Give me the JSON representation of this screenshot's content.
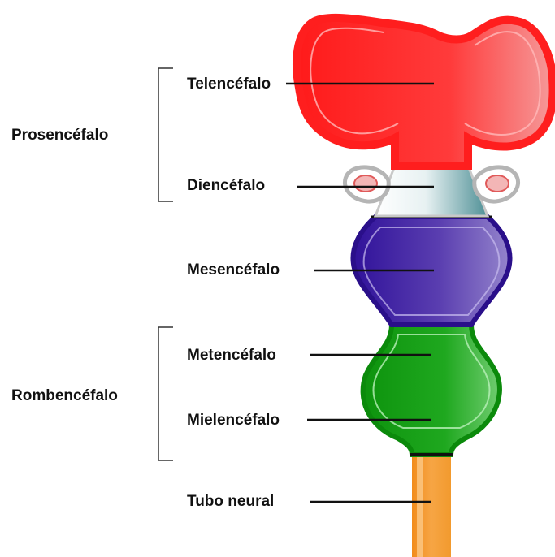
{
  "groups": {
    "prosencephalon": "Prosencéfalo",
    "rhombencephalon": "Rombencéfalo"
  },
  "regions": {
    "telencephalon": "Telencéfalo",
    "diencephalon": "Diencéfalo",
    "mesencephalon": "Mesencéfalo",
    "metencephalon": "Metencéfalo",
    "myelencephalon": "Mielencéfalo",
    "neural_tube": "Tubo neural"
  },
  "colors": {
    "telencephalon": "#e8161b",
    "diencephalon": "#8fc3c6",
    "mesencephalon": "#3a1a95",
    "rhombencephalon": "#149a14",
    "neural_tube": "#f28c1c"
  }
}
